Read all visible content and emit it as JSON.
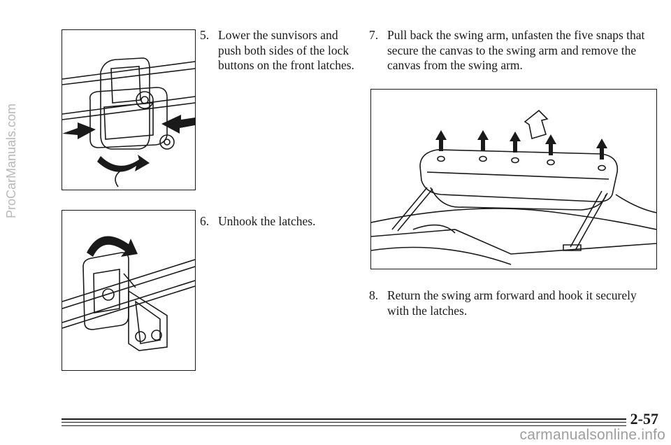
{
  "watermark_side": "ProCarManuals.com",
  "watermark_bottom": "carmanualsonline.info",
  "steps": [
    {
      "number": "5.",
      "text": "Lower the sunvisors and push both sides of the lock buttons on the front latches."
    },
    {
      "number": "6.",
      "text": "Unhook the latches."
    },
    {
      "number": "7.",
      "text": "Pull back the swing arm, unfasten the five snaps that secure the canvas to the swing arm and remove the canvas from the swing arm."
    },
    {
      "number": "8.",
      "text": "Return the swing arm forward and hook it securely with the latches."
    }
  ],
  "page_number": "2-57",
  "colors": {
    "ink": "#1a1a1a",
    "watermark": "#b8b8b8"
  }
}
